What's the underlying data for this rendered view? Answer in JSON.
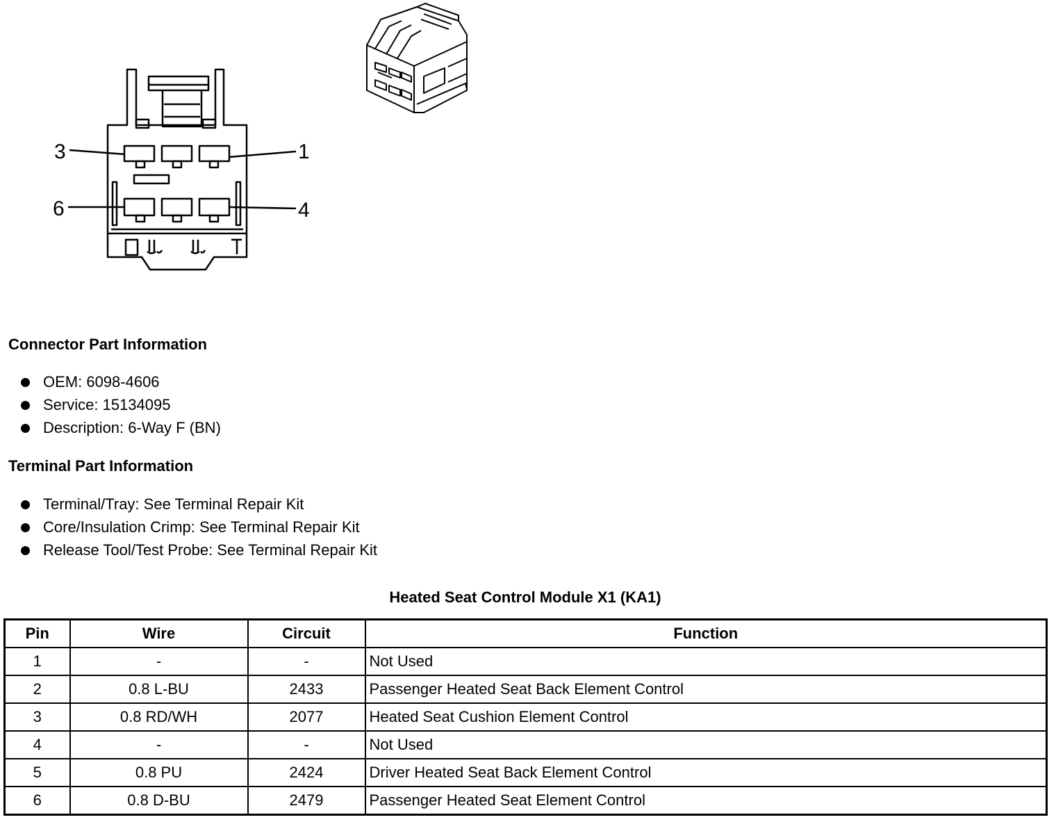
{
  "diagram": {
    "pin_labels": [
      "3",
      "1",
      "6",
      "4"
    ]
  },
  "connector": {
    "heading": "Connector Part Information",
    "items": [
      "OEM: 6098-4606",
      "Service: 15134095",
      "Description: 6-Way F (BN)"
    ]
  },
  "terminal": {
    "heading": "Terminal Part Information",
    "items": [
      "Terminal/Tray: See Terminal Repair Kit",
      "Core/Insulation Crimp: See Terminal Repair Kit",
      "Release Tool/Test Probe: See Terminal Repair Kit"
    ]
  },
  "table": {
    "title": "Heated Seat Control Module X1 (KA1)",
    "headers": [
      "Pin",
      "Wire",
      "Circuit",
      "Function"
    ],
    "rows": [
      [
        "1",
        "-",
        "-",
        "Not Used"
      ],
      [
        "2",
        "0.8 L-BU",
        "2433",
        "Passenger Heated Seat Back Element Control"
      ],
      [
        "3",
        "0.8 RD/WH",
        "2077",
        "Heated Seat Cushion Element Control"
      ],
      [
        "4",
        "-",
        "-",
        "Not Used"
      ],
      [
        "5",
        "0.8 PU",
        "2424",
        "Driver Heated Seat Back Element Control"
      ],
      [
        "6",
        "0.8 D-BU",
        "2479",
        "Passenger Heated Seat Element Control"
      ]
    ]
  }
}
